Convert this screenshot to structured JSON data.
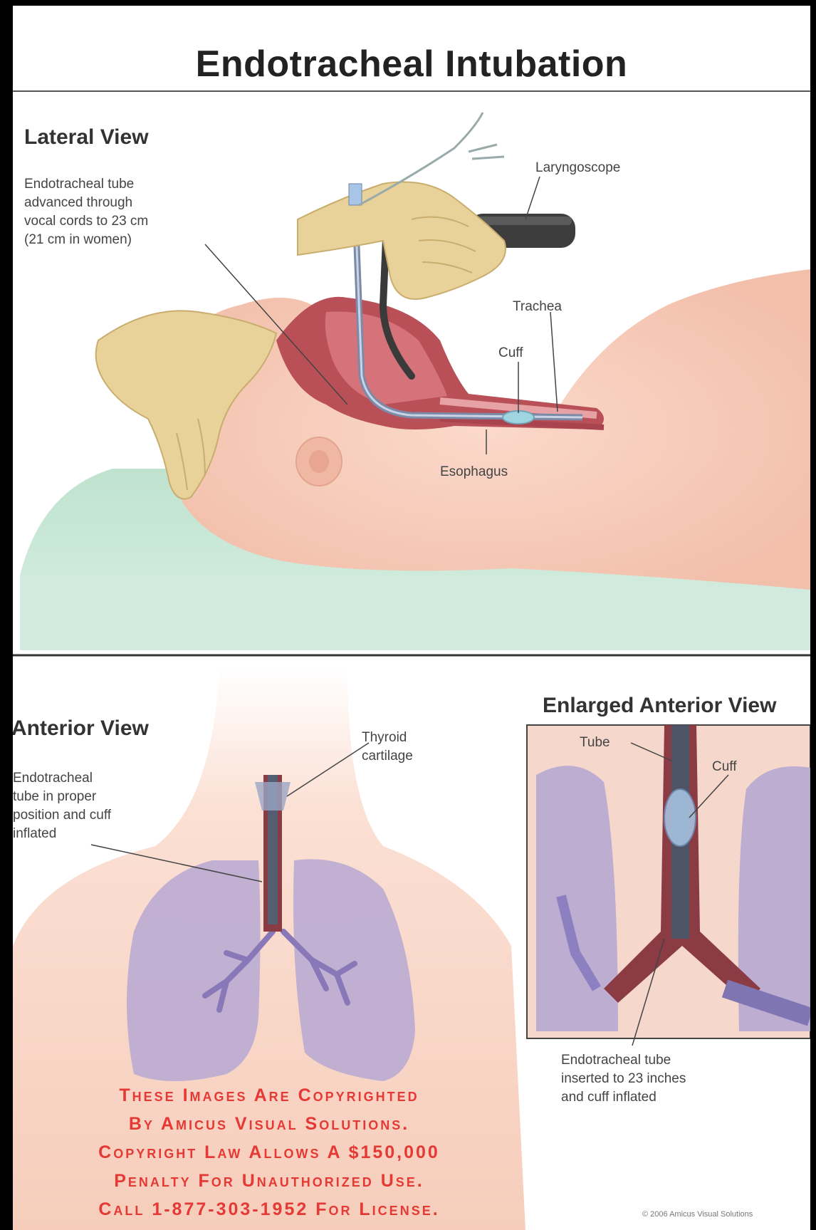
{
  "title": "Endotracheal Intubation",
  "lateral": {
    "section_label": "Lateral View",
    "tube_label": [
      "Endotracheal tube",
      "advanced through",
      "vocal cords to 23 cm",
      "(21 cm in women)"
    ],
    "laryngoscope_label": "Laryngoscope",
    "trachea_label": "Trachea",
    "cuff_label": "Cuff",
    "esophagus_label": "Esophagus"
  },
  "anterior": {
    "section_label": "Anterior View",
    "thyroid_label": [
      "Thyroid",
      "cartilage"
    ],
    "tube_label": [
      "Endotracheal",
      "tube in proper",
      "position and cuff",
      "inflated"
    ]
  },
  "enlarged": {
    "section_label": "Enlarged Anterior View",
    "tube_label": "Tube",
    "cuff_label": "Cuff",
    "inserted_label": [
      "Endotracheal tube",
      "inserted to 23 inches",
      "and cuff inflated"
    ]
  },
  "watermark": [
    "These Images Are Copyrighted",
    "By Amicus Visual Solutions.",
    "Copyright Law Allows A $150,000",
    "Penalty For Unauthorized Use.",
    "Call 1-877-303-1952 For License."
  ],
  "credit": "© 2006 Amicus Visual Solutions",
  "colors": {
    "skin": "#f7cdbd",
    "glove": "#e8d29a",
    "table": "#cdeadb",
    "lung": "#b6a8d2",
    "airway": "#c8606a",
    "watermark": "#e53935"
  }
}
